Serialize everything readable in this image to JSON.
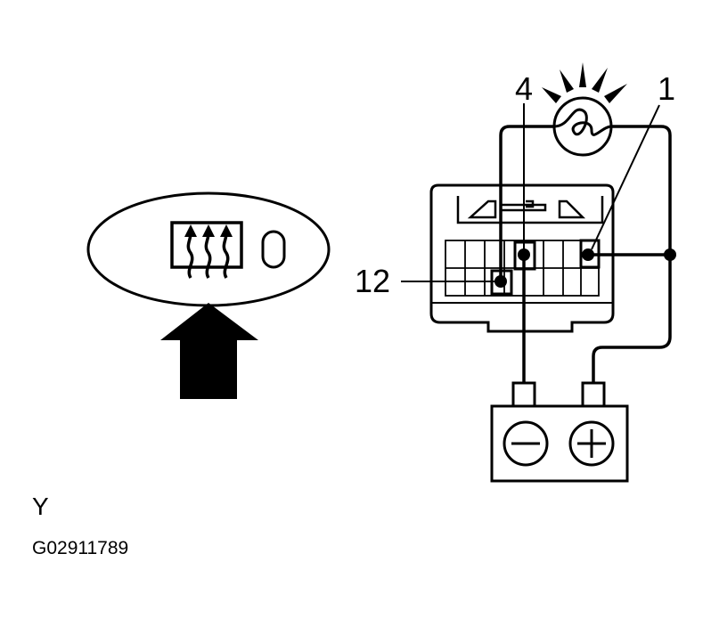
{
  "diagram": {
    "pin_labels": {
      "pin_4": "4",
      "pin_1": "1",
      "pin_12": "12"
    },
    "battery": {
      "negative_icon": "minus-sign-icon",
      "positive_icon": "plus-sign-icon"
    },
    "bulb_icon": "light-bulb-icon",
    "switch_icon": "rear-defogger-icon",
    "view_arrow_icon": "view-direction-arrow-icon"
  },
  "footer": {
    "view_letter": "Y",
    "figure_code": "G02911789"
  }
}
